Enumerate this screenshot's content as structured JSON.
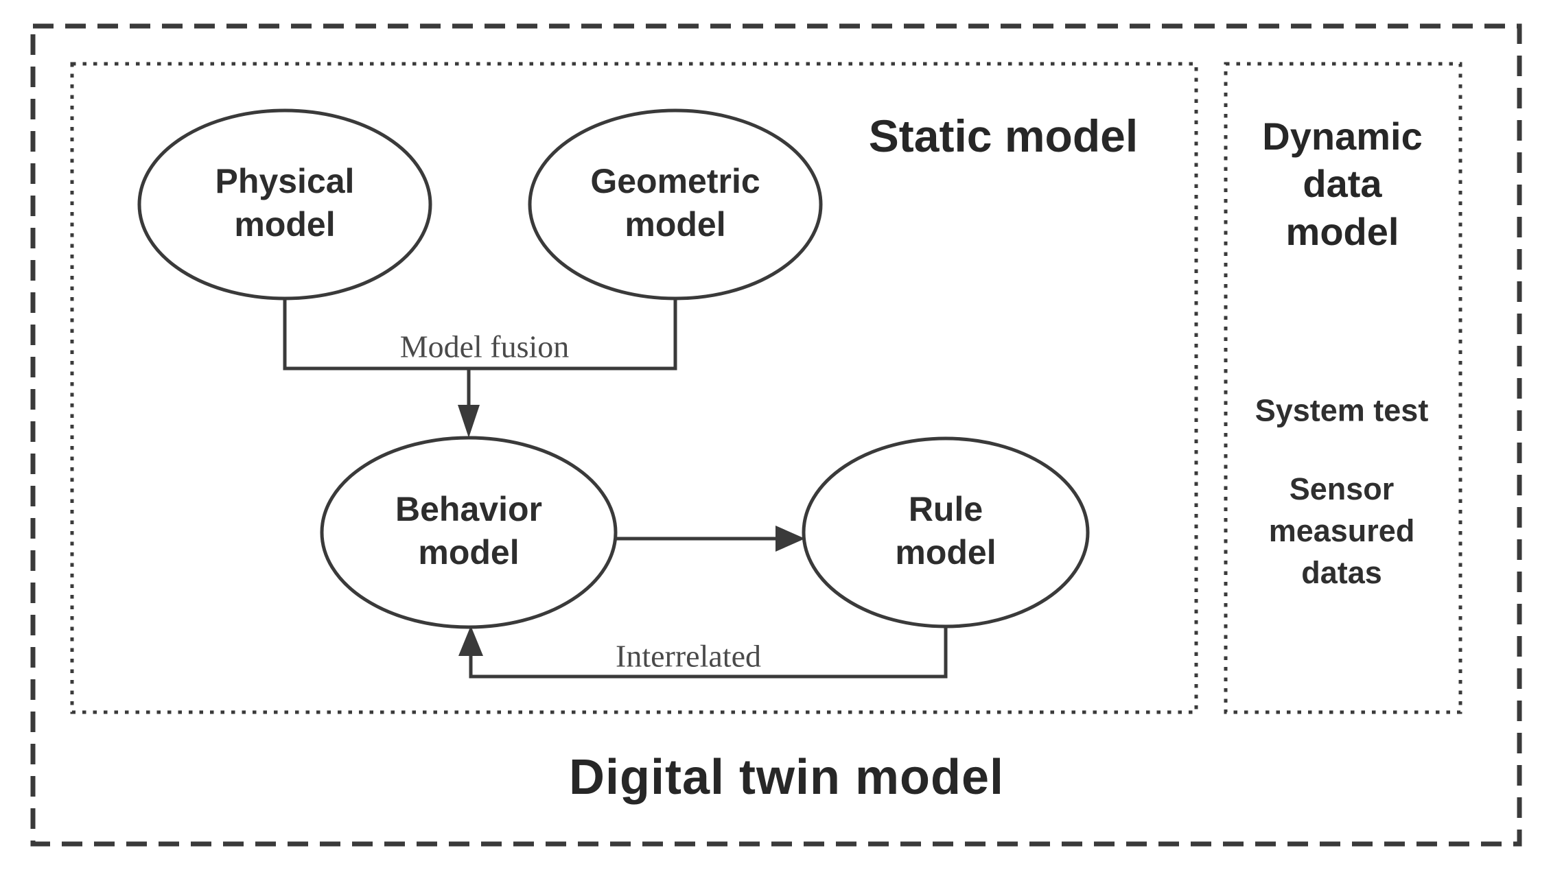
{
  "diagram": {
    "title": "Digital twin model",
    "static_box": {
      "title": "Static model",
      "nodes": {
        "physical": "Physical\nmodel",
        "geometric": "Geometric\nmodel",
        "behavior": "Behavior\nmodel",
        "rule": "Rule\nmodel"
      },
      "edges": {
        "fusion_label": "Model fusion",
        "interrelated_label": "Interrelated"
      }
    },
    "dynamic_box": {
      "title": "Dynamic\ndata\nmodel",
      "items": [
        "System test",
        "Sensor\nmeasured\ndatas"
      ]
    },
    "colors": {
      "line": "#3a3a3a",
      "text": "#2d2d2d",
      "background": "#ffffff"
    }
  }
}
